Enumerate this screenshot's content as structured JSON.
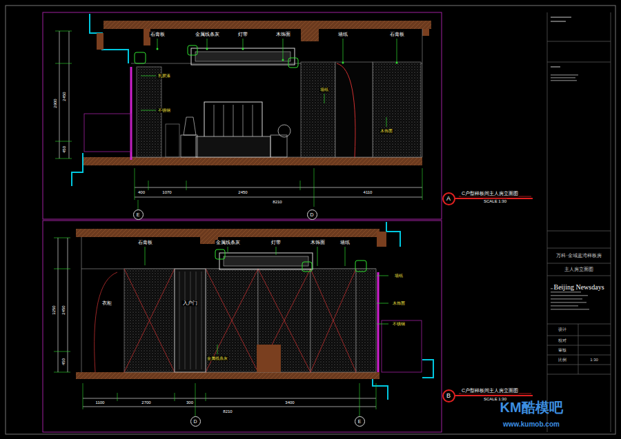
{
  "diagram": {
    "nodes": [
      {
        "text": [
          "E"
        ]
      },
      {
        "text": [
          "D"
        ]
      },
      {
        "text": [
          "A"
        ]
      },
      {
        "text": [
          "D"
        ]
      },
      {
        "text": [
          "E"
        ]
      },
      {
        "text": [
          "B"
        ]
      }
    ],
    "labels": [
      "C户型样板间主人房立面图",
      "SCALE 1:30",
      "C户型样板间主人房立面图",
      "SCALE 1:30",
      "石膏板",
      "金属线条灰",
      "灯带",
      "木饰面",
      "墙纸",
      "石膏板",
      "乳胶漆",
      "不锈钢",
      "墙纸",
      "木饰面",
      "400",
      "1070",
      "2450",
      "4110",
      "8210",
      "2900",
      "2450",
      "450",
      "石膏板",
      "金属线条灰",
      "灯带",
      "木饰面",
      "墙纸",
      "墙纸",
      "木饰面",
      "不锈钢",
      "衣柜",
      "入户门",
      "金属线条灰",
      "1100",
      "2700",
      "300",
      "3400",
      "8210",
      "3250",
      "2450",
      "450",
      "万科·金域蓝湾样板房",
      "主人房立面图",
      "Beijing Newsdays",
      "设计",
      "校对",
      "审核",
      "比例",
      "1:30",
      "KM酷模吧",
      "www.kumob.com"
    ]
  }
}
